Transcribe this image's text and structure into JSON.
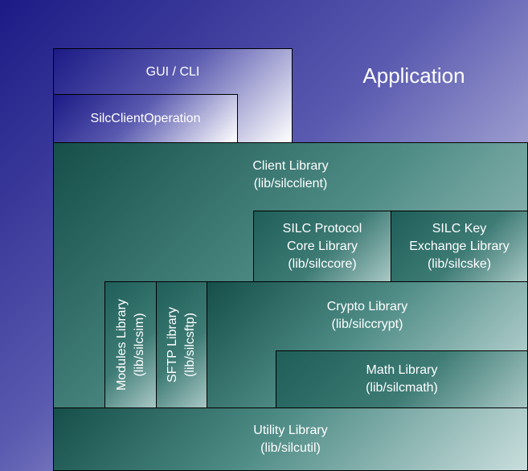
{
  "application": {
    "label": "Application"
  },
  "gui_cli": {
    "label": "GUI / CLI"
  },
  "silc_client_operation": {
    "label": "SilcClientOperation"
  },
  "client_library": {
    "line1": "Client Library",
    "line2": "(lib/silcclient)"
  },
  "silc_protocol_core": {
    "line1": "SILC Protocol",
    "line2": "Core Library",
    "line3": "(lib/silccore)"
  },
  "silc_key_exchange": {
    "line1": "SILC Key",
    "line2": "Exchange Library",
    "line3": "(lib/silcske)"
  },
  "modules_library": {
    "line1": "Modules Library",
    "line2": "(lib/silcsim)"
  },
  "sftp_library": {
    "line1": "SFTP Library",
    "line2": "(lib/silcsftp)"
  },
  "crypto_library": {
    "line1": "Crypto Library",
    "line2": "(lib/silccrypt)"
  },
  "math_library": {
    "line1": "Math Library",
    "line2": "(lib/silcmath)"
  },
  "utility_library": {
    "line1": "Utility Library",
    "line2": "(lib/silcutil)"
  }
}
